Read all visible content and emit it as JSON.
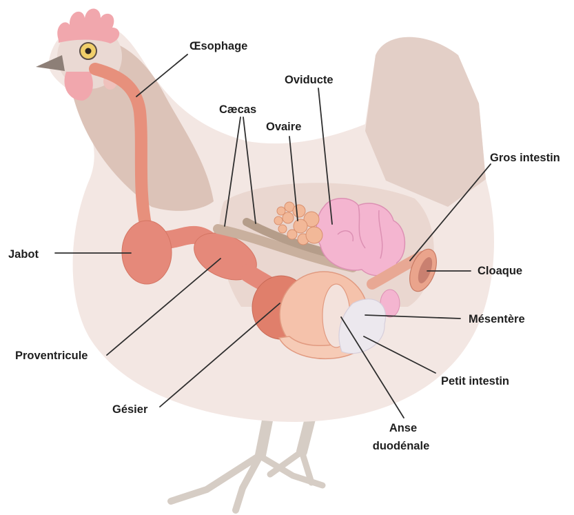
{
  "labels": {
    "oesophagus": "Œsophage",
    "oviduct": "Oviducte",
    "caeca": "Cæcas",
    "ovary": "Ovaire",
    "large_intestine": "Gros intestin",
    "crop": "Jabot",
    "cloaca": "Cloaque",
    "mesentery": "Mésentère",
    "proventriculus": "Proventricule",
    "small_intestine": "Petit intestin",
    "gizzard": "Gésier",
    "duodenal_loop": [
      "Anse",
      "duodénale"
    ]
  }
}
